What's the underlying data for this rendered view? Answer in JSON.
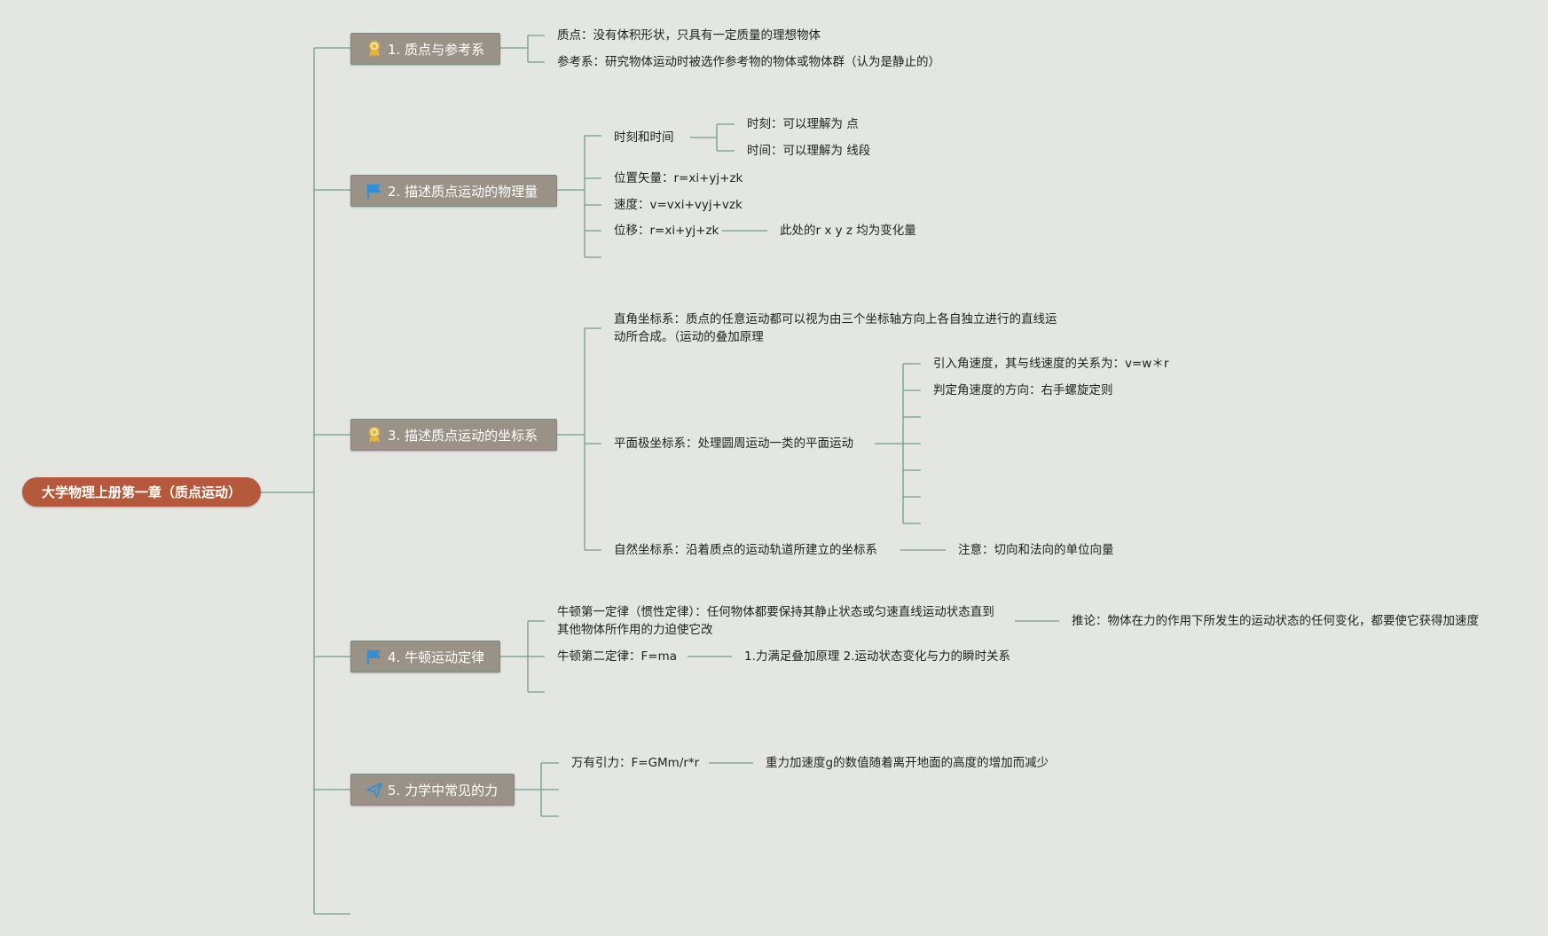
{
  "root": {
    "label": "大学物理上册第一章（质点运动）"
  },
  "topics": [
    {
      "label": "1. 质点与参考系",
      "icon": "award-ribbon-icon",
      "items": [
        "质点：没有体积形状，只具有一定质量的理想物体",
        "参考系：研究物体运动时被选作参考物的物体或物体群（认为是静止的）"
      ]
    },
    {
      "label": "2. 描述质点运动的物理量",
      "icon": "flag-icon",
      "items": [
        {
          "label": "时刻和时间",
          "children": [
            "时刻：可以理解为 点",
            "时间：可以理解为 线段"
          ]
        },
        {
          "label": "位置矢量：r=xi+yj+zk"
        },
        {
          "label": "速度：v=vxi+vyj+vzk"
        },
        {
          "label": "位移：r=xi+yj+zk",
          "children": [
            "此处的r x y z 均为变化量"
          ]
        }
      ]
    },
    {
      "label": "3. 描述质点运动的坐标系",
      "icon": "award-ribbon-icon",
      "items": [
        {
          "label": "直角坐标系：质点的任意运动都可以视为由三个坐标轴方向上各自独立进行的直线运动所合成。（运动的叠加原理"
        },
        {
          "label": "平面极坐标系：处理圆周运动一类的平面运动",
          "children": [
            "引入角速度，其与线速度的关系为：v=w＊r",
            "判定角速度的方向：右手螺旋定则"
          ]
        },
        {
          "label": "自然坐标系：沿着质点的运动轨道所建立的坐标系",
          "children": [
            "注意：切向和法向的单位向量"
          ]
        }
      ]
    },
    {
      "label": "4. 牛顿运动定律",
      "icon": "flag-icon",
      "items": [
        {
          "label": "牛顿第一定律（惯性定律）：任何物体都要保持其静止状态或匀速直线运动状态直到其他物体所作用的力迫使它改",
          "children": [
            "推论：物体在力的作用下所发生的运动状态的任何变化，都要使它获得加速度"
          ]
        },
        {
          "label": "牛顿第二定律：F=ma",
          "children": [
            "1.力满足叠加原理 2.运动状态变化与力的瞬时关系"
          ]
        }
      ]
    },
    {
      "label": "5. 力学中常见的力",
      "icon": "paper-plane-icon",
      "items": [
        {
          "label": "万有引力：F=GMm/r*r",
          "children": [
            "重力加速度g的数值随着离开地面的高度的增加而减少"
          ]
        }
      ]
    }
  ],
  "colors": {
    "background": "#e4e6e1",
    "root_fill": "#b4593a",
    "topic_fill": "#9a9286",
    "line": "#6f9d8f",
    "icon_gold": "#e8b43a",
    "icon_blue": "#2f8fd8"
  }
}
